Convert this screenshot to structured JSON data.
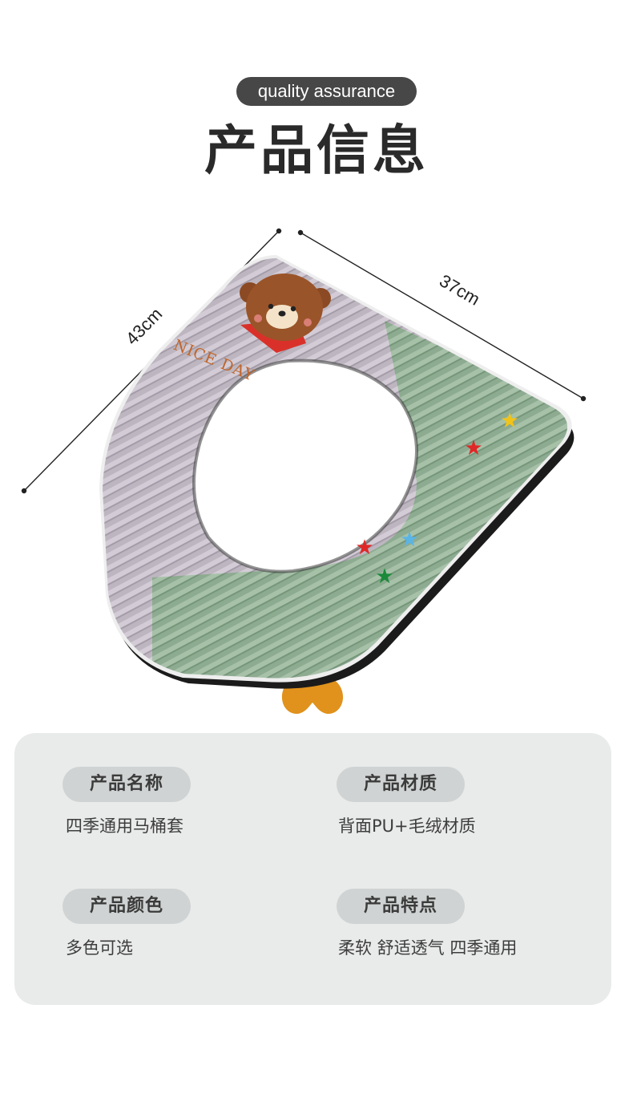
{
  "header": {
    "badge": "quality assurance",
    "title": "产品信息"
  },
  "product": {
    "dimension_width": "37cm",
    "dimension_height": "43cm",
    "embroidery_text": "NICE DAY",
    "colors": {
      "grey_plush": "#bdb5bf",
      "green_plush": "#8fad92",
      "trim": "#eeeeee",
      "bear": "#8b4a23",
      "bandana": "#d9312a",
      "handle": "#e0921c"
    }
  },
  "info": {
    "items": [
      {
        "label": "产品名称",
        "value": "四季通用马桶套"
      },
      {
        "label": "产品材质",
        "value": "背面PU+毛绒材质"
      },
      {
        "label": "产品颜色",
        "value": "多色可选"
      },
      {
        "label": "产品特点",
        "value": "柔软 舒适透气 四季通用"
      }
    ]
  }
}
